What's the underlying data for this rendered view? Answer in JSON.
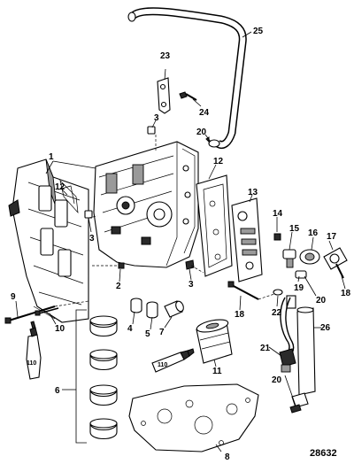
{
  "diagram_id": "28632",
  "callouts": [
    {
      "id": "c1",
      "text": "1"
    },
    {
      "id": "c2",
      "text": "2"
    },
    {
      "id": "c3a",
      "text": "3"
    },
    {
      "id": "c3b",
      "text": "3"
    },
    {
      "id": "c3c",
      "text": "3"
    },
    {
      "id": "c4",
      "text": "4"
    },
    {
      "id": "c5",
      "text": "5"
    },
    {
      "id": "c6",
      "text": "6"
    },
    {
      "id": "c7",
      "text": "7"
    },
    {
      "id": "c8",
      "text": "8"
    },
    {
      "id": "c9",
      "text": "9"
    },
    {
      "id": "c10",
      "text": "10"
    },
    {
      "id": "c11",
      "text": "11"
    },
    {
      "id": "c12a",
      "text": "12"
    },
    {
      "id": "c12b",
      "text": "12"
    },
    {
      "id": "c13",
      "text": "13"
    },
    {
      "id": "c14",
      "text": "14"
    },
    {
      "id": "c15",
      "text": "15"
    },
    {
      "id": "c16",
      "text": "16"
    },
    {
      "id": "c17",
      "text": "17"
    },
    {
      "id": "c18a",
      "text": "18"
    },
    {
      "id": "c18b",
      "text": "18"
    },
    {
      "id": "c19",
      "text": "19"
    },
    {
      "id": "c20a",
      "text": "20"
    },
    {
      "id": "c20b",
      "text": "20"
    },
    {
      "id": "c20c",
      "text": "20"
    },
    {
      "id": "c21",
      "text": "21"
    },
    {
      "id": "c22",
      "text": "22"
    },
    {
      "id": "c23",
      "text": "23"
    },
    {
      "id": "c24",
      "text": "24"
    },
    {
      "id": "c25",
      "text": "25"
    },
    {
      "id": "c26",
      "text": "26"
    }
  ],
  "tubes": [
    {
      "id": "t1",
      "text": "110"
    },
    {
      "id": "t2",
      "text": "110"
    }
  ]
}
